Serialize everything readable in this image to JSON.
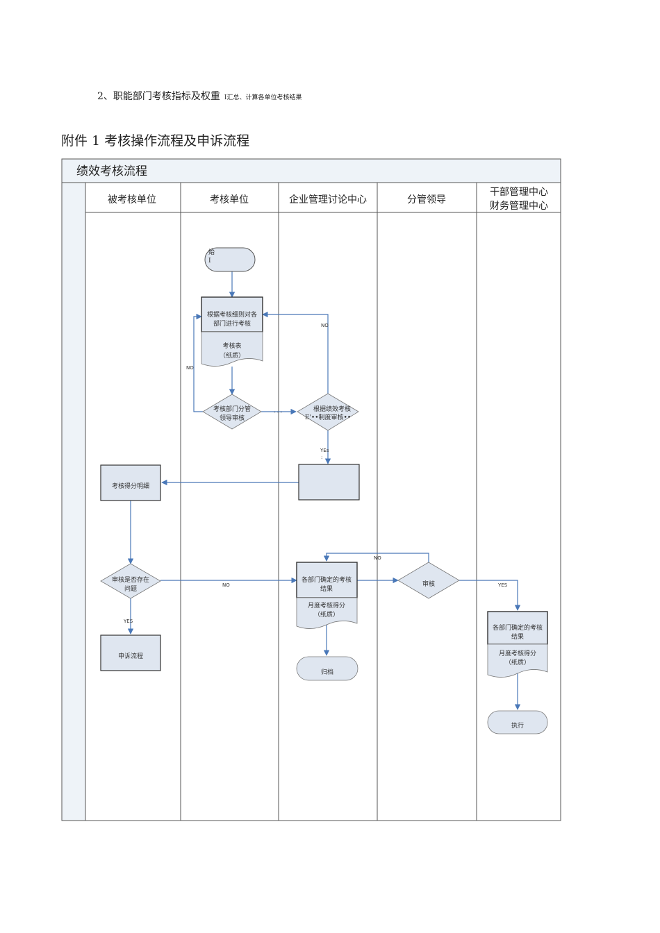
{
  "doc": {
    "intro_text": "2、职能部门考核指标及权重",
    "intro_small": "I汇总、计算各单位考核结果",
    "heading": "附件 1 考核操作流程及申诉流程"
  },
  "flow": {
    "title": "绩效考核流程",
    "lanes": [
      {
        "label": "被考核单位"
      },
      {
        "label": "考核单位"
      },
      {
        "label": "企业管理讨论中心"
      },
      {
        "label": "分管领导"
      },
      {
        "label": "干部管理中心",
        "label2": "财务管理中心"
      }
    ],
    "nodes": {
      "start": {
        "text": "始",
        "text2": "I"
      },
      "assess": {
        "text": "根据考核细则对各",
        "text2": "部门进行考核"
      },
      "assess_doc": {
        "text": "考核表",
        "text2": "（纸质）"
      },
      "review_leader": {
        "text": "考核部门分管",
        "text2": "领导审核"
      },
      "review_system": {
        "text": "根据绩效考核",
        "text2": "E'••制度审核••"
      },
      "blank_box": {
        "text": ""
      },
      "score_detail": {
        "text": "考核得分明细"
      },
      "issue_check": {
        "text": "审核是否存在",
        "text2": "问题"
      },
      "appeal": {
        "text": "申诉流程"
      },
      "dept_result": {
        "text": "各部门确定的考核",
        "text2": "结果"
      },
      "monthly_doc": {
        "text": "月度考核得分",
        "text2": "（纸质）"
      },
      "audit": {
        "text": "审核"
      },
      "archive": {
        "text": "归档"
      },
      "dept_result2": {
        "text": "各部门确定的考核",
        "text2": "结果"
      },
      "monthly_doc2": {
        "text": "月度考核得分",
        "text2": "（纸质）"
      },
      "execute": {
        "text": "执行"
      }
    },
    "edge_labels": {
      "no_top": "NO",
      "no_left": "NO",
      "yes_mid": "YEs",
      "yes_colon": ":",
      "dots": "- - -",
      "yes_left": "YES",
      "no_mid": "NO",
      "no_audit": "NO",
      "yes_right": "YES"
    },
    "colors": {
      "border": "#555555",
      "header_fill": "#eef3f8",
      "node_fill": "#dfe6f0",
      "arrow": "#4a78b8"
    }
  }
}
